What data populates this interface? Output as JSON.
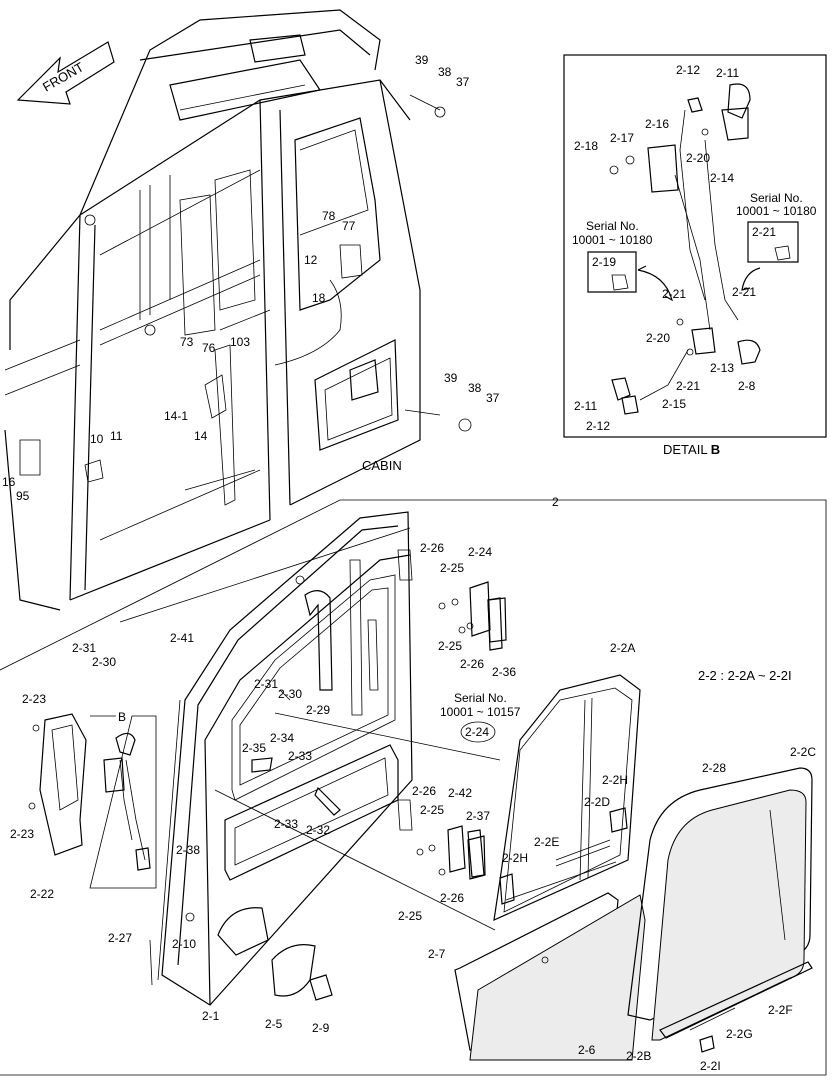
{
  "front_label": "FRONT",
  "cabin_label": "CABIN",
  "door_assembly_callout": "2",
  "assembly_note": "2-2 : 2-2A ~ 2-2I",
  "detail": {
    "title_prefix": "DETAIL",
    "title_letter": "B",
    "serial_left_caption": "Serial No.",
    "serial_left_range": "10001 ~ 10180",
    "serial_right_caption": "Serial No.",
    "serial_right_range": "10001 ~ 10180",
    "parts": {
      "p2_12_top": "2-12",
      "p2_11_top": "2-11",
      "p2_16": "2-16",
      "p2_17": "2-17",
      "p2_18": "2-18",
      "p2_20_top": "2-20",
      "p2_14": "2-14",
      "p2_19": "2-19",
      "p2_21_box": "2-21",
      "p2_21_a": "2-21",
      "p2_21_b": "2-21",
      "p2_20_mid": "2-20",
      "p2_13": "2-13",
      "p2_21_c": "2-21",
      "p2_8": "2-8",
      "p2_11_bot": "2-11",
      "p2_15": "2-15",
      "p2_12_bot": "2-12"
    }
  },
  "inset_b_label": "B",
  "window_serial": {
    "caption": "Serial No.",
    "range": "10001 ~ 10157",
    "part": "2-24"
  },
  "cabin_parts": {
    "p39_top": "39",
    "p38_top": "38",
    "p37_top": "37",
    "p78": "78",
    "p77": "77",
    "p12": "12",
    "p18": "18",
    "p103": "103",
    "p73": "73",
    "p76": "76",
    "p14_1": "14-1",
    "p14": "14",
    "p39_mid": "39",
    "p38_mid": "38",
    "p37_mid": "37",
    "p16": "16",
    "p95": "95",
    "p10": "10",
    "p11": "11"
  },
  "door_parts": {
    "p2_31_a": "2-31",
    "p2_30_a": "2-30",
    "p2_41": "2-41",
    "p2_26_a": "2-26",
    "p2_24": "2-24",
    "p2_25_a": "2-25",
    "p2_25_b": "2-25",
    "p2_26_b": "2-26",
    "p2_36": "2-36",
    "p2_31_b": "2-31",
    "p2_30_b": "2-30",
    "p2_29": "2-29",
    "p2_23_a": "2-23",
    "p2_34": "2-34",
    "p2_35": "2-35",
    "p2_33_a": "2-33",
    "p2_33_b": "2-33",
    "p2_32": "2-32",
    "p2_23_b": "2-23",
    "p2_22": "2-22",
    "p2_38": "2-38",
    "p2_27": "2-27",
    "p2_10": "2-10",
    "p2_1": "2-1",
    "p2_5": "2-5",
    "p2_9": "2-9",
    "p2_26_c": "2-26",
    "p2_25_c": "2-25",
    "p2_42": "2-42",
    "p2_37": "2-37",
    "p2_26_d": "2-26",
    "p2_25_d": "2-25",
    "p2_2A": "2-2A",
    "p2_2H_a": "2-2H",
    "p2_2D": "2-2D",
    "p2_2E": "2-2E",
    "p2_2H_b": "2-2H",
    "p2_28": "2-28",
    "p2_2C": "2-2C",
    "p2_7": "2-7",
    "p2_6": "2-6",
    "p2_2B": "2-2B",
    "p2_2F": "2-2F",
    "p2_2G": "2-2G",
    "p2_2I": "2-2I"
  }
}
